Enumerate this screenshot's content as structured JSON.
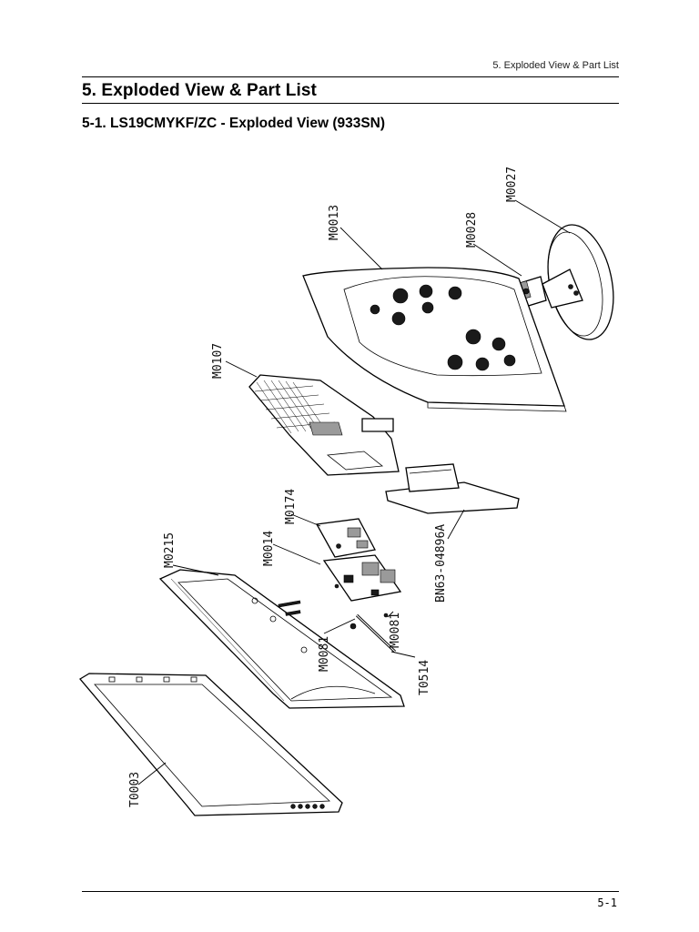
{
  "header": {
    "running_title": "5. Exploded View & Part List",
    "section_title": "5. Exploded View & Part List",
    "subsection_title": "5-1. LS19CMYKF/ZC - Exploded View (933SN)"
  },
  "diagram": {
    "part_labels": {
      "m0027": "M0027",
      "m0028": "M0028",
      "m0013": "M0013",
      "m0107": "M0107",
      "bn63": "BN63-04896A",
      "m0174": "M0174",
      "m0014": "M0014",
      "m0215": "M0215",
      "m0081_left": "M0081",
      "m0081_right": "M0081",
      "t0514": "T0514",
      "t0003": "T0003"
    }
  },
  "footer": {
    "page_number": "5-1"
  }
}
